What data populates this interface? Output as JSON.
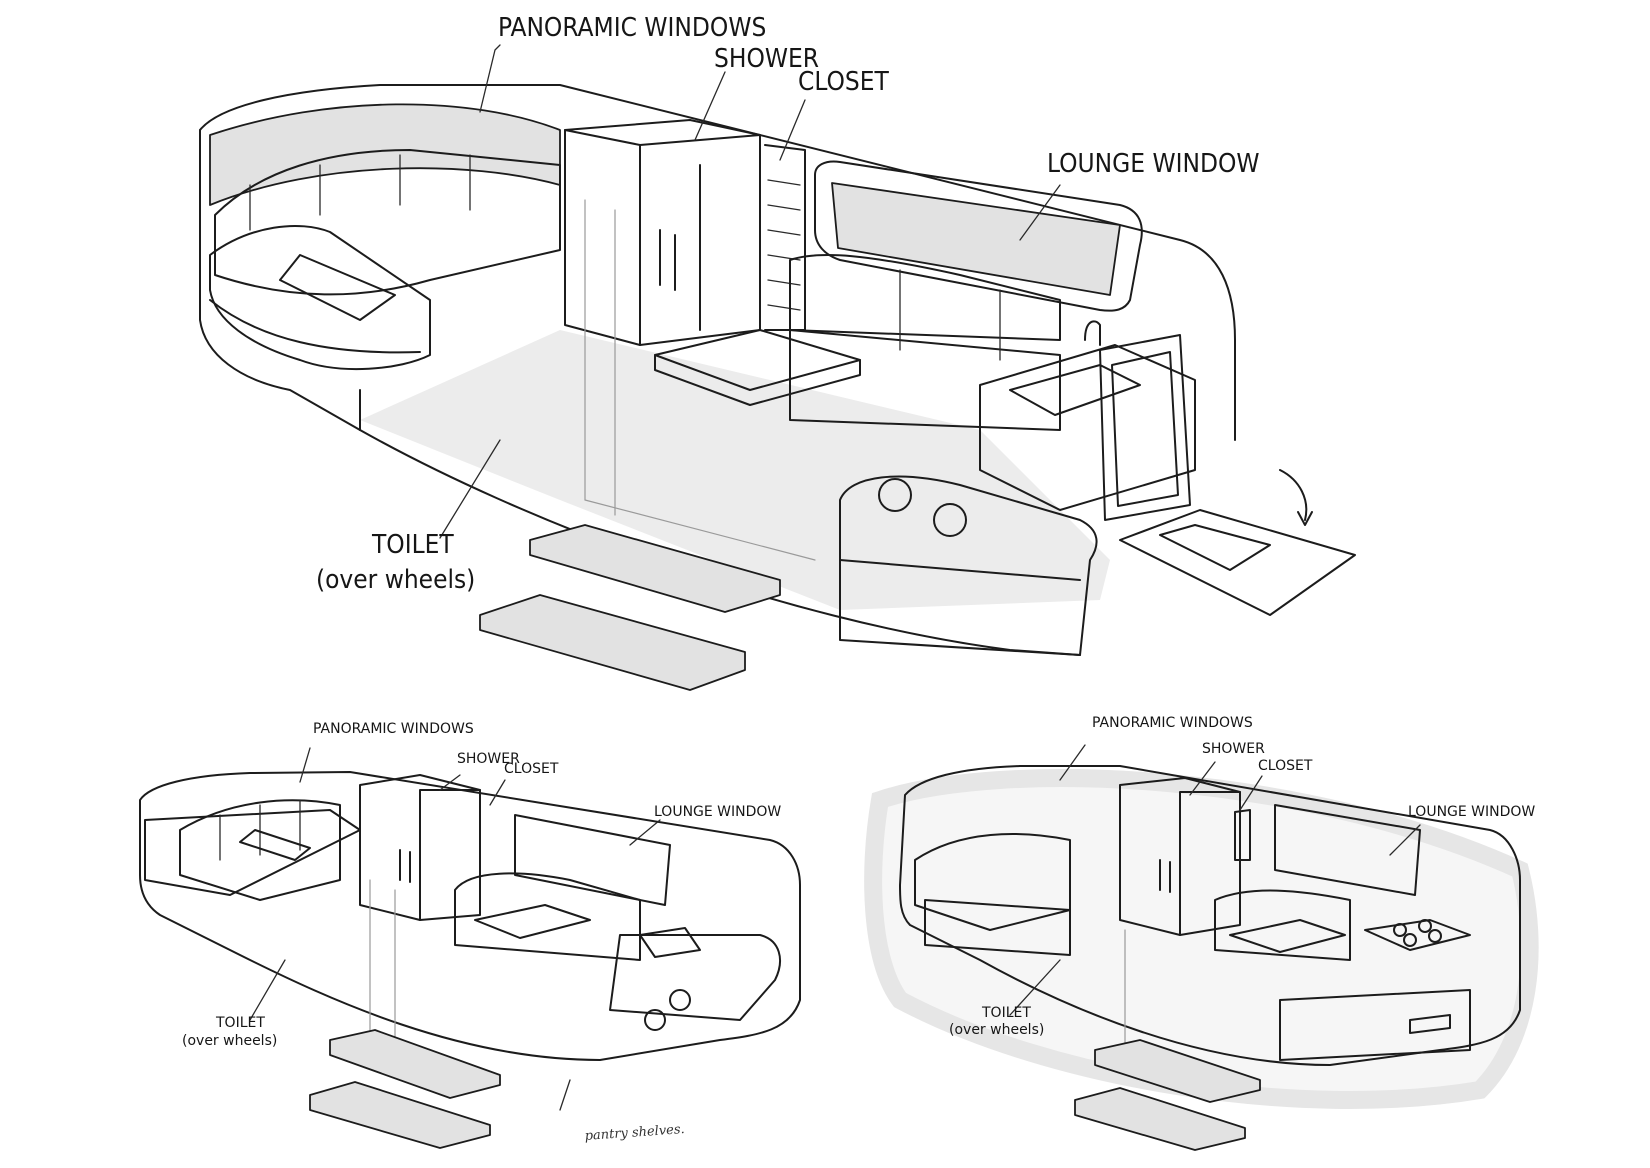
{
  "sketches": [
    {
      "id": "main",
      "labels": {
        "panoramic_windows": "PANORAMIC WINDOWS",
        "shower": "SHOWER",
        "closet": "CLOSET",
        "lounge_window": "LOUNGE WINDOW",
        "toilet": "TOILET",
        "toilet_note": "(over wheels)"
      }
    },
    {
      "id": "variant-left",
      "labels": {
        "panoramic_windows": "PANORAMIC WINDOWS",
        "shower": "SHOWER",
        "closet": "CLOSET",
        "lounge_window": "LOUNGE WINDOW",
        "toilet": "TOILET",
        "toilet_note": "(over wheels)",
        "pantry_note": "pantry shelves."
      }
    },
    {
      "id": "variant-right",
      "labels": {
        "panoramic_windows": "PANORAMIC WINDOWS",
        "shower": "SHOWER",
        "closet": "CLOSET",
        "lounge_window": "LOUNGE WINDOW",
        "toilet": "TOILET",
        "toilet_note": "(over wheels)"
      }
    }
  ],
  "colors": {
    "ink": "#1c1c1c",
    "shading": "#e2e2e2",
    "background": "#ffffff"
  }
}
